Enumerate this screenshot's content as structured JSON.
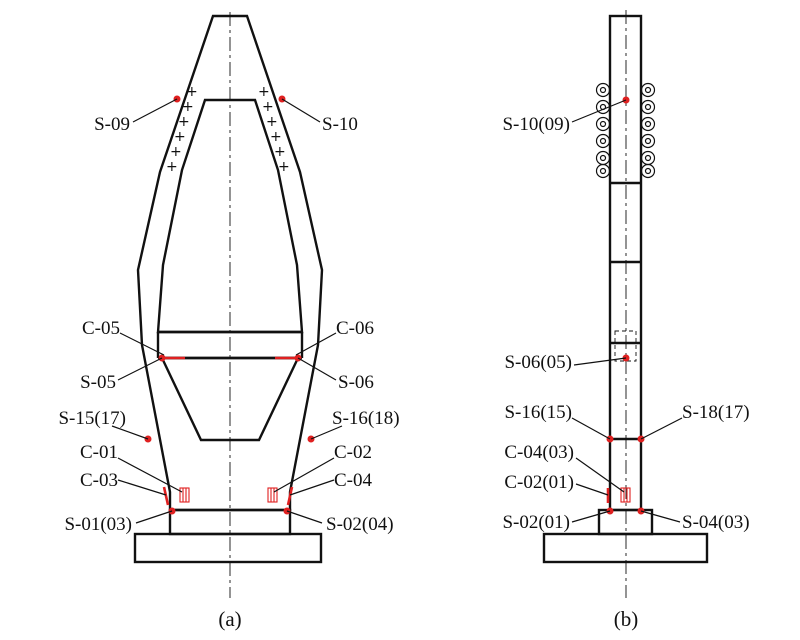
{
  "panels": {
    "a": {
      "caption": "(a)",
      "labels": {
        "s09": "S-09",
        "s10": "S-10",
        "c05": "C-05",
        "c06": "C-06",
        "s05": "S-05",
        "s06": "S-06",
        "s15": "S-15(17)",
        "s16": "S-16(18)",
        "c01": "C-01",
        "c02": "C-02",
        "c03": "C-03",
        "c04": "C-04",
        "s01": "S-01(03)",
        "s02": "S-02(04)"
      }
    },
    "b": {
      "caption": "(b)",
      "labels": {
        "s10": "S-10(09)",
        "s06": "S-06(05)",
        "s16": "S-16(15)",
        "s18": "S-18(17)",
        "c04": "C-04(03)",
        "c02": "C-02(01)",
        "s02": "S-02(01)",
        "s04": "S-04(03)"
      }
    }
  },
  "colors": {
    "sensor": "#e02020",
    "line": "#111111"
  }
}
